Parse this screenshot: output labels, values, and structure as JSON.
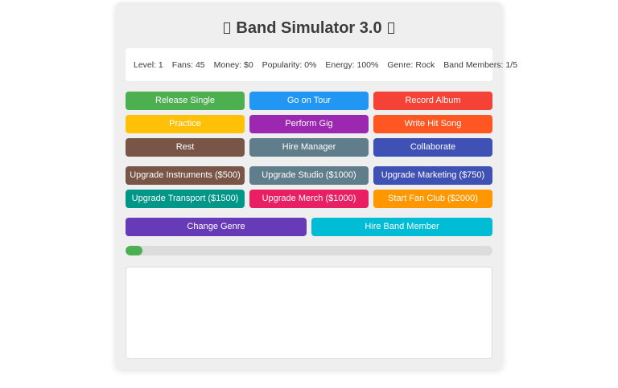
{
  "title": {
    "text": "Band Simulator 3.0",
    "missing_emoji_note": "unrendered-emoji-tofu-box-on-each-side"
  },
  "stats": {
    "items": [
      {
        "name": "level",
        "text": "Level: 1"
      },
      {
        "name": "fans",
        "text": "Fans: 45"
      },
      {
        "name": "money",
        "text": "Money: $0"
      },
      {
        "name": "popularity",
        "text": "Popularity: 0%"
      },
      {
        "name": "energy",
        "text": "Energy: 100%"
      },
      {
        "name": "genre",
        "text": "Genre: Rock"
      },
      {
        "name": "band-members",
        "text": "Band Members: 1/5"
      }
    ]
  },
  "actions": {
    "buttons": [
      {
        "label": "Release Single",
        "color": "#4CAF50"
      },
      {
        "label": "Go on Tour",
        "color": "#2196F3"
      },
      {
        "label": "Record Album",
        "color": "#F44336"
      },
      {
        "label": "Practice",
        "color": "#FFC107"
      },
      {
        "label": "Perform Gig",
        "color": "#9C27B0"
      },
      {
        "label": "Write Hit Song",
        "color": "#FF5722"
      },
      {
        "label": "Rest",
        "color": "#795548"
      },
      {
        "label": "Hire Manager",
        "color": "#607D8B"
      },
      {
        "label": "Collaborate",
        "color": "#3F51B5"
      }
    ]
  },
  "upgrades": {
    "buttons": [
      {
        "label": "Upgrade Instruments ($500)",
        "color": "#795548"
      },
      {
        "label": "Upgrade Studio ($1000)",
        "color": "#607D8B"
      },
      {
        "label": "Upgrade Marketing ($750)",
        "color": "#3F51B5"
      },
      {
        "label": "Upgrade Transport ($1500)",
        "color": "#009688"
      },
      {
        "label": "Upgrade Merch ($1000)",
        "color": "#E91E63"
      },
      {
        "label": "Start Fan Club ($2000)",
        "color": "#FF9800"
      }
    ]
  },
  "special": {
    "buttons": [
      {
        "label": "Change Genre",
        "color": "#673AB7"
      },
      {
        "label": "Hire Band Member",
        "color": "#00BCD4"
      }
    ]
  },
  "progress": {
    "fill_width": "4.5%",
    "fill_color": "#4CAF50",
    "track_color": "#dcdcdc"
  },
  "log": {
    "content": ""
  },
  "theme": {
    "page_bg": "#ffffff",
    "card_bg": "#efefef",
    "panel_bg": "#ffffff",
    "text_color": "#3a3a3a",
    "button_text_color": "#ffffff"
  }
}
